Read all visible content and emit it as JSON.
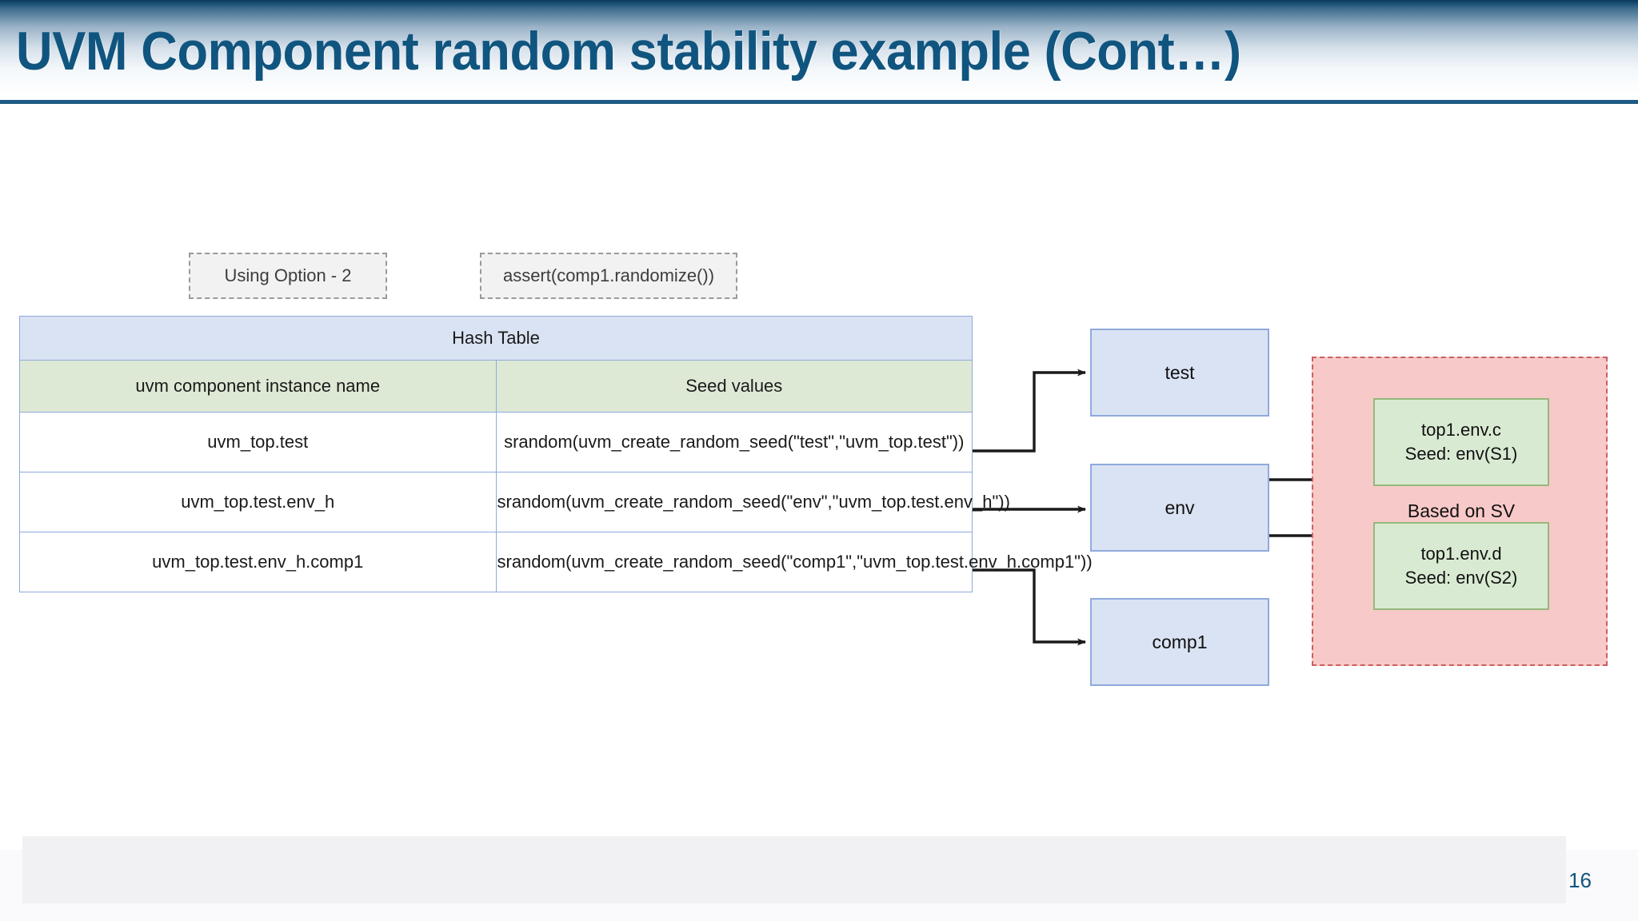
{
  "slide": {
    "title": "UVM Component random stability example (Cont…)",
    "page_number": "16",
    "accent_color": "#10557f",
    "rule_color": "#1f5b84"
  },
  "callouts": [
    {
      "id": "using-option",
      "text": "Using Option - 2"
    },
    {
      "id": "assert-randomize",
      "text": "assert(comp1.randomize())"
    }
  ],
  "hash_table": {
    "title": "Hash Table",
    "headers": [
      "uvm component instance name",
      "Seed values"
    ],
    "rows": [
      {
        "instance": "uvm_top.test",
        "seed": "srandom(uvm_create_random_seed(\"test\",\"uvm_top.test\"))"
      },
      {
        "instance": "uvm_top.test.env_h",
        "seed": "srandom(uvm_create_random_seed(\"env\",\"uvm_top.test.env_h\"))"
      },
      {
        "instance": "uvm_top.test.env_h.comp1",
        "seed": "srandom(uvm_create_random_seed(\"comp1\",\"uvm_top.test.env_h.comp1\"))"
      }
    ],
    "header_fill": "#dae3f3",
    "column_header_fill": "#dde9d5",
    "border_color": "#8faadc"
  },
  "component_boxes": [
    {
      "id": "test",
      "label": "test"
    },
    {
      "id": "env",
      "label": "env"
    },
    {
      "id": "comp1",
      "label": "comp1"
    }
  ],
  "sv_region": {
    "label": "Based on SV",
    "fill": "#f8c9c9",
    "border_color": "#c9605f",
    "boxes": [
      {
        "id": "top1-env-c",
        "name": "top1.env.c",
        "seed": "Seed: env(S1)"
      },
      {
        "id": "top1-env-d",
        "name": "top1.env.d",
        "seed": "Seed: env(S2)"
      }
    ]
  }
}
